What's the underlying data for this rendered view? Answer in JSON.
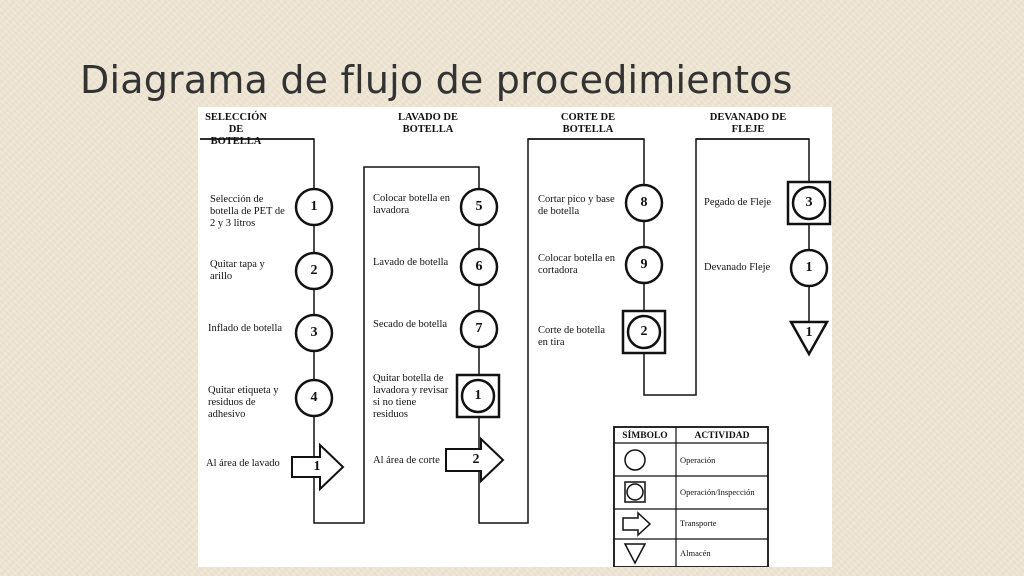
{
  "title": "Diagrama de flujo de procedimientos",
  "columns": [
    {
      "header": "SELECCIÓN DE\nBOTELLA",
      "steps": [
        {
          "label": "Selección de\nbotella de PET de\n2 y 3 litros",
          "symbol": "operation",
          "number": "1"
        },
        {
          "label": "Quitar tapa y\narillo",
          "symbol": "operation",
          "number": "2"
        },
        {
          "label": "Inflado de botella",
          "symbol": "operation",
          "number": "3"
        },
        {
          "label": "Quitar etiqueta y\nresiduos de\nadhesivo",
          "symbol": "operation",
          "number": "4"
        },
        {
          "label": "Al área de lavado",
          "symbol": "transport",
          "number": "1"
        }
      ]
    },
    {
      "header": "LAVADO DE\nBOTELLA",
      "steps": [
        {
          "label": "Colocar botella en\nlavadora",
          "symbol": "operation",
          "number": "5"
        },
        {
          "label": "Lavado de botella",
          "symbol": "operation",
          "number": "6"
        },
        {
          "label": "Secado de botella",
          "symbol": "operation",
          "number": "7"
        },
        {
          "label": "Quitar botella de\nlavadora y revisar\nsi no tiene\nresiduos",
          "symbol": "operation-inspection",
          "number": "1"
        },
        {
          "label": "Al área de corte",
          "symbol": "transport",
          "number": "2"
        }
      ]
    },
    {
      "header": "CORTE   DE\nBOTELLA",
      "steps": [
        {
          "label": "Cortar pico y base\nde botella",
          "symbol": "operation",
          "number": "8"
        },
        {
          "label": "Colocar botella  en\ncortadora",
          "symbol": "operation",
          "number": "9"
        },
        {
          "label": "Corte de botella\nen tira",
          "symbol": "operation-inspection",
          "number": "2"
        }
      ]
    },
    {
      "header": "DEVANADO DE\nFLEJE",
      "steps": [
        {
          "label": "Pegado de Fleje",
          "symbol": "operation-inspection",
          "number": "3"
        },
        {
          "label": "Devanado Fleje",
          "symbol": "operation",
          "number": "1"
        },
        {
          "label": "",
          "symbol": "storage",
          "number": "1"
        }
      ]
    }
  ],
  "legend": {
    "header_symbol": "SÍMBOLO",
    "header_activity": "ACTIVIDAD",
    "rows": [
      {
        "symbol": "operation",
        "label": "Operación"
      },
      {
        "symbol": "operation-inspection",
        "label": "Operación/Inspección"
      },
      {
        "symbol": "transport",
        "label": "Transporte"
      },
      {
        "symbol": "storage",
        "label": "Almacén"
      }
    ]
  }
}
